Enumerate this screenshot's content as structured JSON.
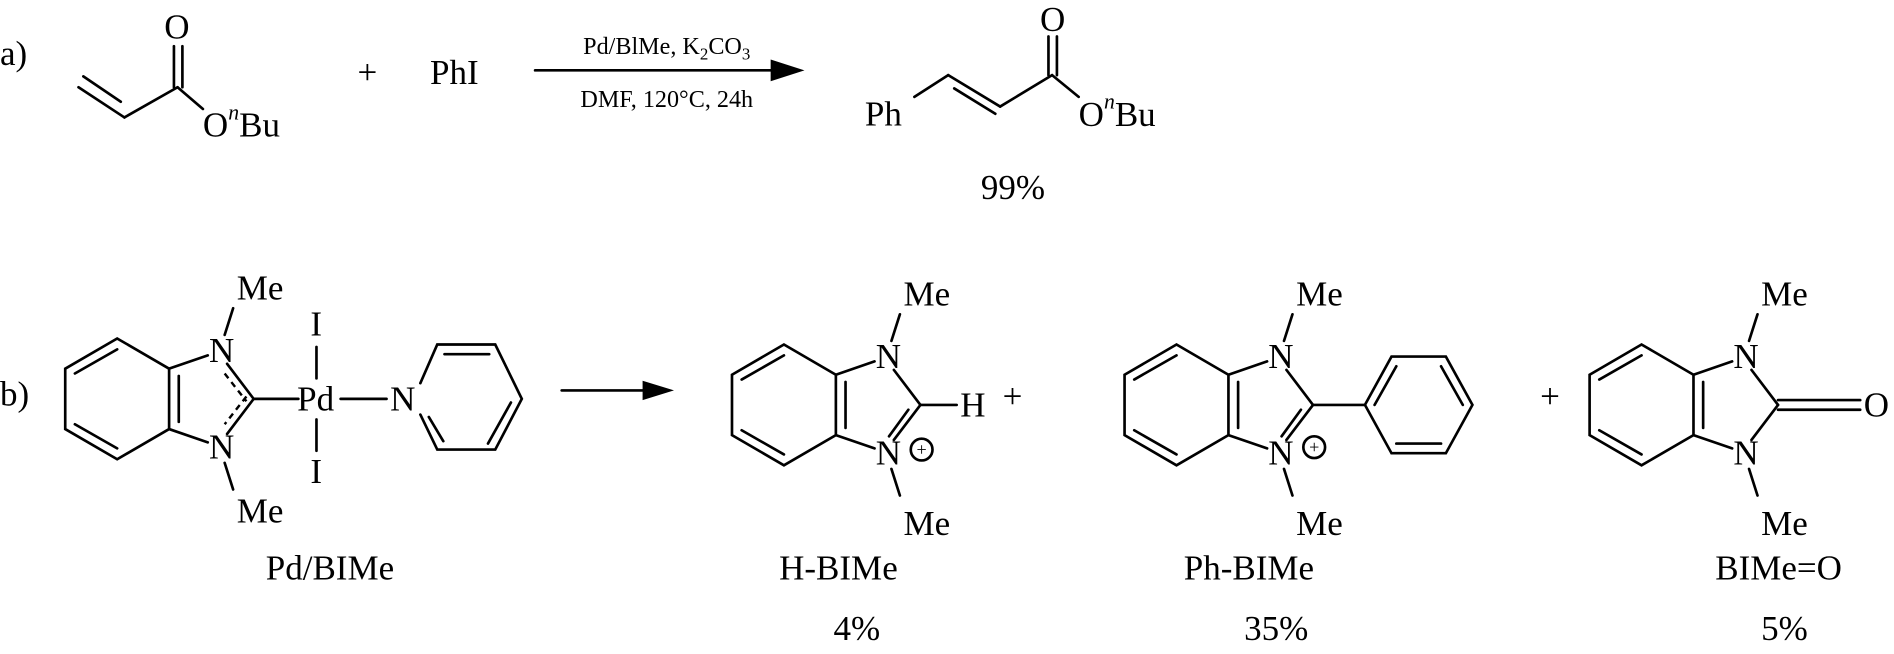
{
  "part_a": {
    "label": "a)",
    "reactant1": {
      "carbonyl_o": "O",
      "ester_o": "O",
      "ester_sup": "n",
      "ester_group": "Bu"
    },
    "plus": "+",
    "reactant2": "PhI",
    "conditions_above": {
      "t1": "Pd/BlMe, K",
      "s1": "2",
      "t2": "CO",
      "s2": "3"
    },
    "conditions_below": "DMF, 120°C, 24h",
    "product": {
      "ph": "Ph",
      "carbonyl_o": "O",
      "ester_o": "O",
      "ester_sup": "n",
      "ester_group": "Bu"
    },
    "yield": "99%"
  },
  "part_b": {
    "label": "b)",
    "catalyst": {
      "me": "Me",
      "n": "N",
      "pd": "Pd",
      "i": "I",
      "name": "Pd/BIMe"
    },
    "products": [
      {
        "name": "H-BIMe",
        "yield": "4%",
        "substituent": "H",
        "charge": "+"
      },
      {
        "name": "Ph-BIMe",
        "yield": "35%",
        "charge": "+"
      },
      {
        "name": "BIMe=O",
        "yield": "5%",
        "substituent": "O"
      }
    ],
    "plus": "+"
  }
}
